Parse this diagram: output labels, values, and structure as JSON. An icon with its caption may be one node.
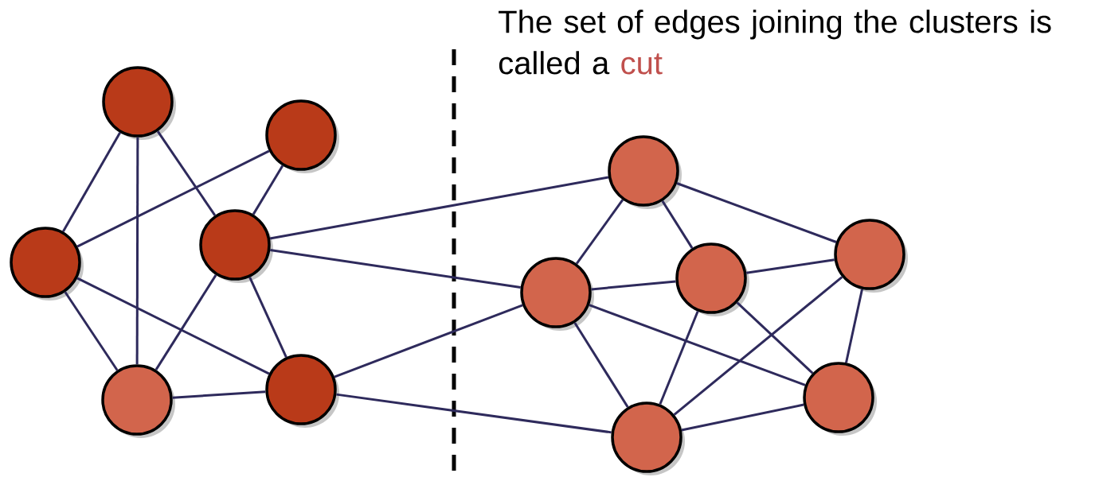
{
  "diagram": {
    "nodes": [
      {
        "text": [],
        "shape": "circle"
      },
      {
        "text": [],
        "shape": "circle"
      },
      {
        "text": [],
        "shape": "circle"
      },
      {
        "text": [],
        "shape": "circle"
      },
      {
        "text": [],
        "shape": "circle"
      },
      {
        "text": [],
        "shape": "circle"
      },
      {
        "text": [],
        "shape": "circle"
      },
      {
        "text": [],
        "shape": "circle"
      },
      {
        "text": [],
        "shape": "circle"
      },
      {
        "text": [],
        "shape": "circle"
      },
      {
        "text": [],
        "shape": "circle"
      },
      {
        "text": [],
        "shape": "circle"
      }
    ],
    "edges": [
      {
        "from": 0,
        "to": 2,
        "arrow": "none"
      },
      {
        "from": 0,
        "to": 4,
        "arrow": "none"
      },
      {
        "from": 0,
        "to": 3,
        "arrow": "none"
      },
      {
        "from": 1,
        "to": 2,
        "arrow": "none"
      },
      {
        "from": 1,
        "to": 3,
        "arrow": "none"
      },
      {
        "from": 2,
        "to": 4,
        "arrow": "none"
      },
      {
        "from": 2,
        "to": 5,
        "arrow": "none"
      },
      {
        "from": 3,
        "to": 4,
        "arrow": "none"
      },
      {
        "from": 3,
        "to": 5,
        "arrow": "none"
      },
      {
        "from": 4,
        "to": 5,
        "arrow": "none"
      },
      {
        "from": 3,
        "to": 6,
        "arrow": "none"
      },
      {
        "from": 3,
        "to": 7,
        "arrow": "none"
      },
      {
        "from": 5,
        "to": 7,
        "arrow": "none"
      },
      {
        "from": 5,
        "to": 11,
        "arrow": "none"
      },
      {
        "from": 6,
        "to": 7,
        "arrow": "none"
      },
      {
        "from": 6,
        "to": 8,
        "arrow": "none"
      },
      {
        "from": 6,
        "to": 9,
        "arrow": "none"
      },
      {
        "from": 7,
        "to": 8,
        "arrow": "none"
      },
      {
        "from": 8,
        "to": 9,
        "arrow": "none"
      },
      {
        "from": 7,
        "to": 11,
        "arrow": "none"
      },
      {
        "from": 7,
        "to": 10,
        "arrow": "none"
      },
      {
        "from": 8,
        "to": 10,
        "arrow": "none"
      },
      {
        "from": 8,
        "to": 11,
        "arrow": "none"
      },
      {
        "from": 9,
        "to": 11,
        "arrow": "none"
      },
      {
        "from": 9,
        "to": 10,
        "arrow": "none"
      },
      {
        "from": 10,
        "to": 11,
        "arrow": "none"
      }
    ],
    "labels": [
      "The set of edges joining the clusters is called a",
      "cut"
    ]
  }
}
